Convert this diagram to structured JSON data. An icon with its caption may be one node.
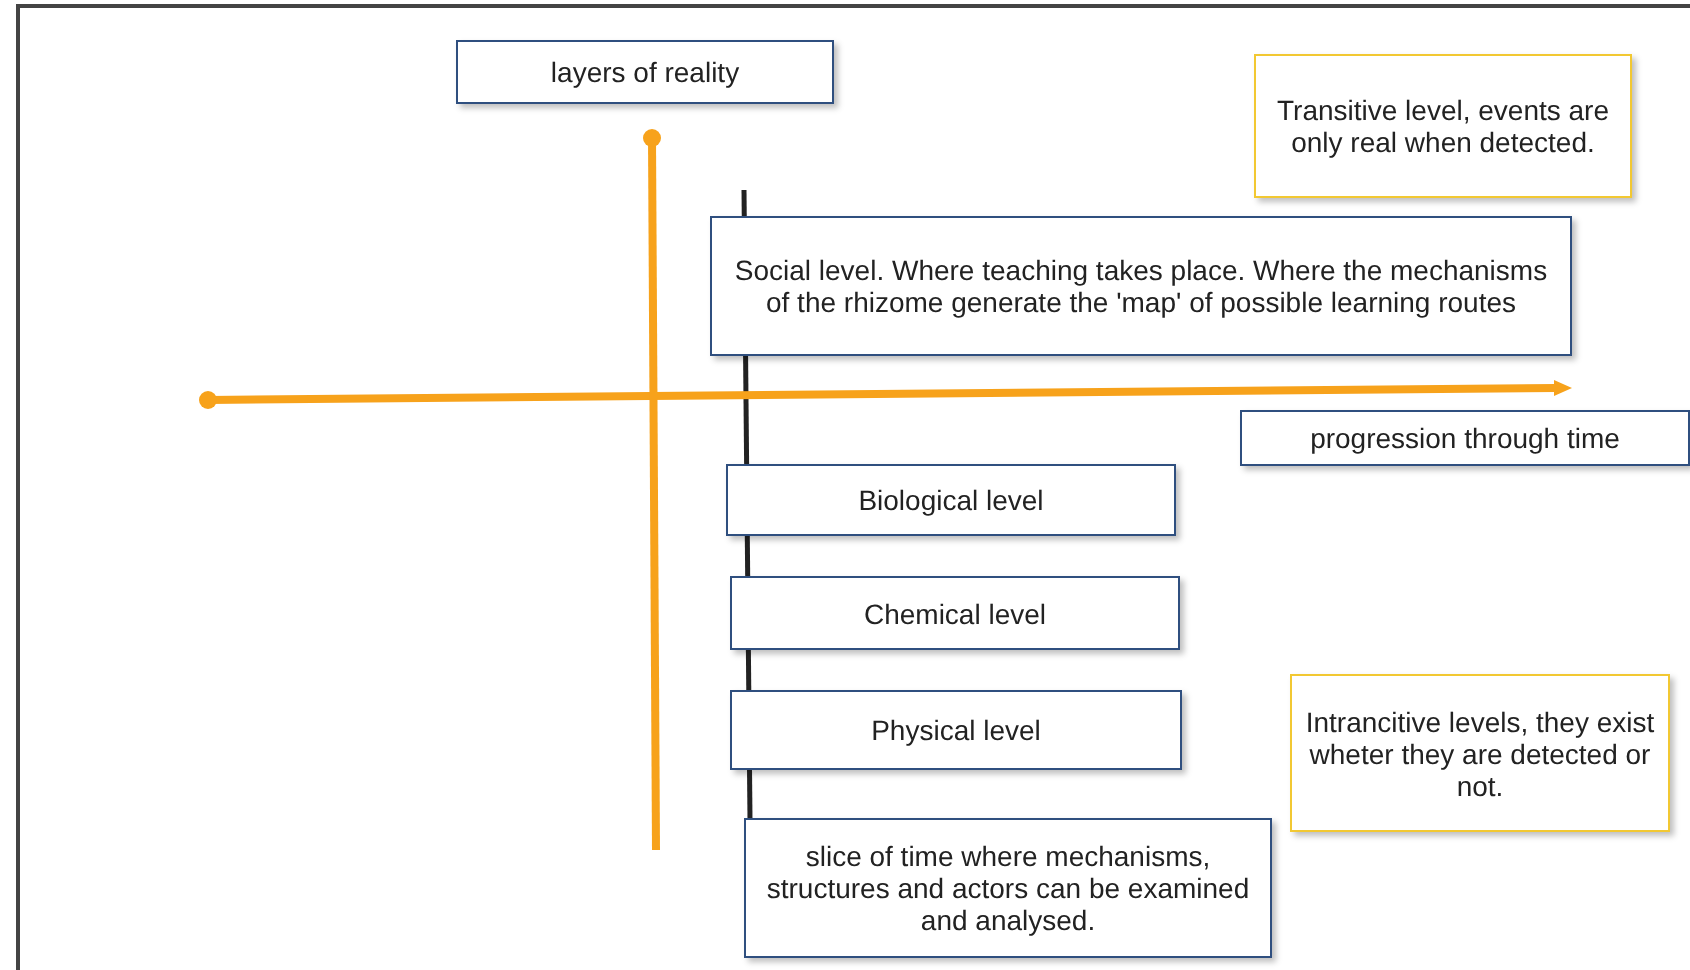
{
  "diagram": {
    "nodes": [
      {
        "text": [
          "layers of reality"
        ]
      },
      {
        "text": [
          "Transitive level, events are only real when detected."
        ]
      },
      {
        "text": [
          "Social level. Where teaching takes place. Where the mechanisms of the rhizome generate the 'map' of possible learning routes"
        ]
      },
      {
        "text": [
          "progression through time"
        ]
      },
      {
        "text": [
          "Biological level"
        ]
      },
      {
        "text": [
          "Chemical level"
        ]
      },
      {
        "text": [
          "Physical level"
        ]
      },
      {
        "text": [
          "Intrancitive levels, they exist wheter they are detected or not."
        ]
      },
      {
        "text": [
          "slice of time where mechanisms, structures and actors can be examined and analysed."
        ]
      }
    ]
  }
}
